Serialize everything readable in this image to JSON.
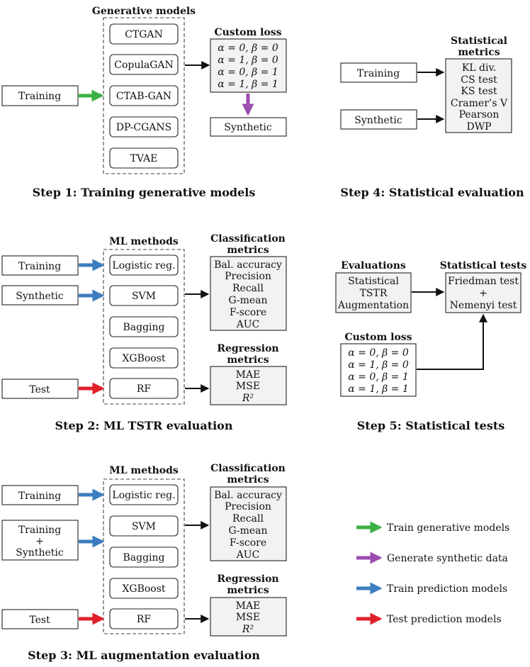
{
  "colors": {
    "green": "#3bb143",
    "purple": "#9b4db0",
    "blue": "#3b7dbf",
    "red": "#e0202a",
    "black": "#111111"
  },
  "step1": {
    "header": "Generative models",
    "models": [
      "CTGAN",
      "CopulaGAN",
      "CTAB-GAN",
      "DP-CGANS",
      "TVAE"
    ],
    "input": "Training",
    "loss_header": "Custom loss",
    "losses": [
      "α = 0, β = 0",
      "α = 1, β = 0",
      "α = 0, β = 1",
      "α = 1, β = 1"
    ],
    "output": "Synthetic",
    "caption": "Step 1: Training generative models"
  },
  "step2": {
    "header": "ML methods",
    "methods": [
      "Logistic reg.",
      "SVM",
      "Bagging",
      "XGBoost",
      "RF"
    ],
    "inputs": [
      "Training",
      "Synthetic",
      "Test"
    ],
    "class_header": [
      "Classification",
      "metrics"
    ],
    "class_metrics": [
      "Bal. accuracy",
      "Precision",
      "Recall",
      "G-mean",
      "F-score",
      "AUC"
    ],
    "reg_header": [
      "Regression",
      "metrics"
    ],
    "reg_metrics": [
      "MAE",
      "MSE",
      "R²"
    ],
    "caption": "Step 2: ML TSTR evaluation"
  },
  "step3": {
    "header": "ML methods",
    "methods": [
      "Logistic reg.",
      "SVM",
      "Bagging",
      "XGBoost",
      "RF"
    ],
    "inputs": [
      "Training",
      "Training",
      "+",
      "Synthetic",
      "Test"
    ],
    "class_header": [
      "Classification",
      "metrics"
    ],
    "class_metrics": [
      "Bal. accuracy",
      "Precision",
      "Recall",
      "G-mean",
      "F-score",
      "AUC"
    ],
    "reg_header": [
      "Regression",
      "metrics"
    ],
    "reg_metrics": [
      "MAE",
      "MSE",
      "R²"
    ],
    "caption": "Step 3: ML augmentation evaluation"
  },
  "step4": {
    "header": [
      "Statistical",
      "metrics"
    ],
    "inputs": [
      "Training",
      "Synthetic"
    ],
    "metrics": [
      "KL div.",
      "CS test",
      "KS test",
      "Cramer’s V",
      "Pearson",
      "DWP"
    ],
    "caption": "Step 4: Statistical evaluation"
  },
  "step5": {
    "eval_header": "Evaluations",
    "evaluations": [
      "Statistical",
      "TSTR",
      "Augmentation"
    ],
    "tests_header": "Statistical tests",
    "tests": [
      "Friedman test",
      "+",
      "Nemenyi test"
    ],
    "loss_header": "Custom loss",
    "losses": [
      "α = 0, β = 0",
      "α = 1, β = 0",
      "α = 0, β = 1",
      "α = 1, β = 1"
    ],
    "caption": "Step 5: Statistical tests"
  },
  "legend": [
    {
      "label": "Train generative models",
      "color": "green"
    },
    {
      "label": "Generate synthetic data",
      "color": "purple"
    },
    {
      "label": "Train prediction models",
      "color": "blue"
    },
    {
      "label": "Test prediction models",
      "color": "red"
    }
  ]
}
